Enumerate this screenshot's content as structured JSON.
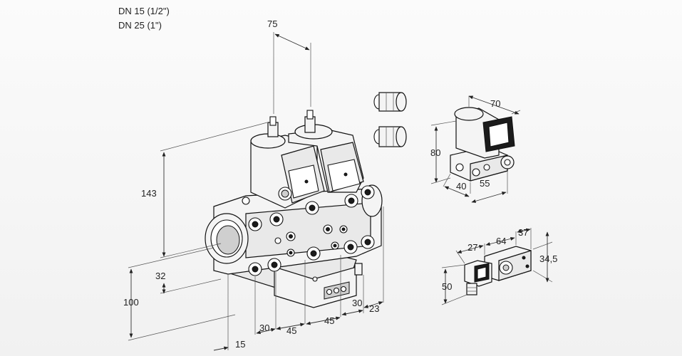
{
  "labels": {
    "dn15": "DN 15 (1/2\")",
    "dn25": "DN 25 (1\")"
  },
  "dimensions": {
    "d75": "75",
    "d143": "143",
    "d32": "32",
    "d100": "100",
    "d15": "15",
    "d30a": "30",
    "d45a": "45",
    "d45b": "45",
    "d30b": "30",
    "d23": "23",
    "d70": "70",
    "d80": "80",
    "d40": "40",
    "d55": "55",
    "d27": "27",
    "d64": "64",
    "d37": "37",
    "d34_5": "34,5",
    "d50": "50"
  }
}
